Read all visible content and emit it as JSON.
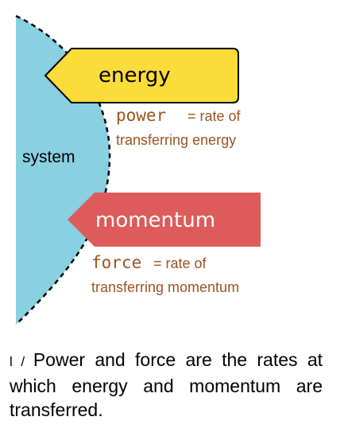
{
  "diagram": {
    "system_label": "system",
    "energy_label": "energy",
    "momentum_label": "momentum",
    "power_term": "power",
    "power_definition_line1": "= rate of",
    "power_definition_line2": "transferring energy",
    "force_term": "force",
    "force_definition_line1": "= rate of",
    "force_definition_line2": "transferring momentum",
    "colors": {
      "system_fill": "#89d0e1",
      "energy_fill": "#fbdc39",
      "momentum_fill": "#dd5b5b",
      "definition_text": "#9c5420"
    }
  },
  "caption": {
    "figure_label": "l / ",
    "text": "Power and force are the rates at which energy and momentum are transferred."
  }
}
